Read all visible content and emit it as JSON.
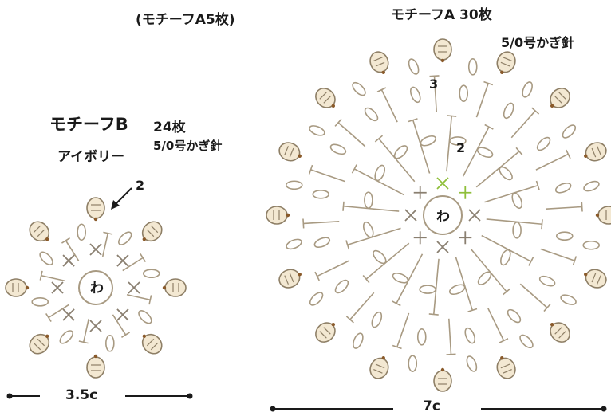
{
  "header": {
    "left_caption": "(モチーフA5枚)",
    "right_caption": "モチーフA  30枚",
    "motif_a_hook": "5/0号かぎ針"
  },
  "motif_b": {
    "name": "モチーフB",
    "count": "24枚",
    "color": "アイボリー",
    "hook": "5/0号かぎ針",
    "round_label": "2",
    "center_label": "わ",
    "size": "3.5c"
  },
  "motif_a": {
    "round3_label": "3",
    "round2_label": "2",
    "center_label": "わ",
    "size": "7c"
  },
  "colors": {
    "stitch": "#a89a82",
    "petal_fill": "#f3e8d2",
    "petal_stroke": "#8e7f66",
    "x_stitch": "#8a7f70",
    "accent_green": "#8fbf3a",
    "dot": "#8a5a2a",
    "text": "#1a1a1a"
  }
}
